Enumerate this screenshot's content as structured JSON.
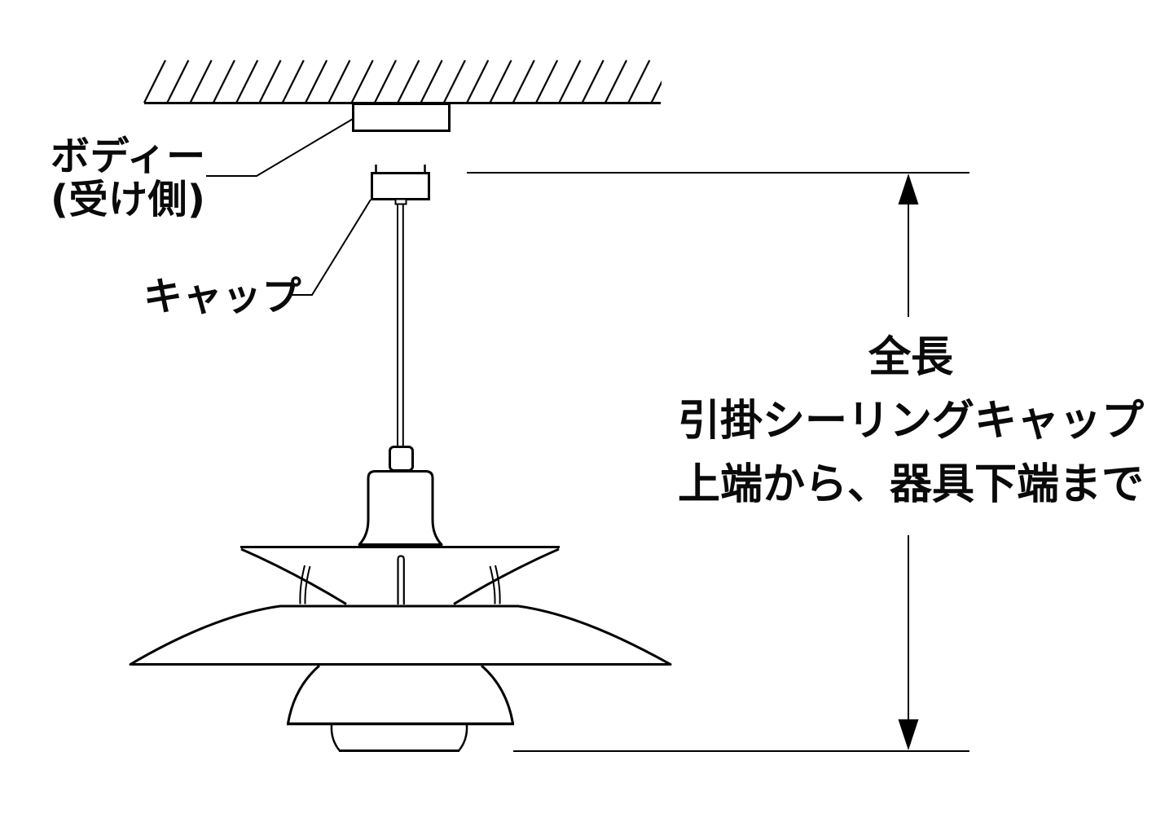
{
  "diagram": {
    "title_hint": "pendant-lamp-total-length-dimension-diagram",
    "labels": {
      "body_line1": "ボディー",
      "body_line2": "(受け側)",
      "cap": "キャップ"
    },
    "dimension_note": {
      "line1": "全長",
      "line2": "引掛シーリングキャップ",
      "line3": "上端から、器具下端まで"
    },
    "colors": {
      "line": "#000000",
      "background": "#ffffff"
    }
  }
}
